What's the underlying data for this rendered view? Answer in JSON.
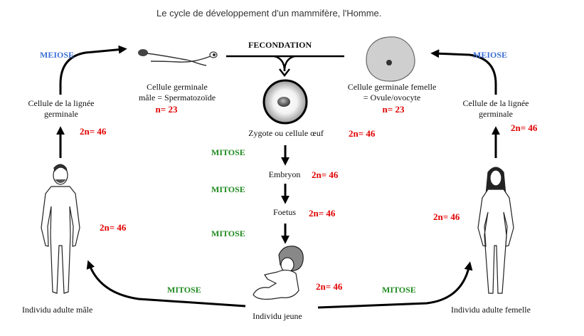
{
  "title": "Le cycle de développement d'un mammifère, l'Homme.",
  "labels": {
    "fecondation": "FECONDATION",
    "meiose_left": "MEIOSE",
    "meiose_right": "MEIOSE",
    "cell_germ_male": "Cellule germinale\nmâle = Spermatozoïde",
    "n_male": "n= 23",
    "cell_germ_female": "Cellule germinale femelle\n= Ovule/ovocyte",
    "n_female": "n= 23",
    "lignee_left": "Cellule de la lignée\ngerminale",
    "lignee_right": "Cellule de la lignée\ngerminale",
    "zygote": "Zygote ou cellule œuf",
    "embryon": "Embryon",
    "foetus": "Foetus",
    "individu_male": "Individu adulte mâle",
    "individu_femelle": "Individu adulte femelle",
    "individu_jeune": "Individu jeune",
    "mitose_1": "MITOSE",
    "mitose_2": "MITOSE",
    "mitose_3": "MITOSE",
    "mitose_left": "MITOSE",
    "mitose_right": "MITOSE",
    "n46_left_top": "2n= 46",
    "n46_left_mid": "2n= 46",
    "n46_zygote": "2n= 46",
    "n46_embryon": "2n= 46",
    "n46_foetus": "2n= 46",
    "n46_jeune": "2n= 46",
    "n46_right_top": "2n= 46",
    "n46_right_mid": "2n= 46"
  },
  "colors": {
    "red": "#e00000",
    "green": "#1f8a1f",
    "blue": "#3b6fd6"
  }
}
